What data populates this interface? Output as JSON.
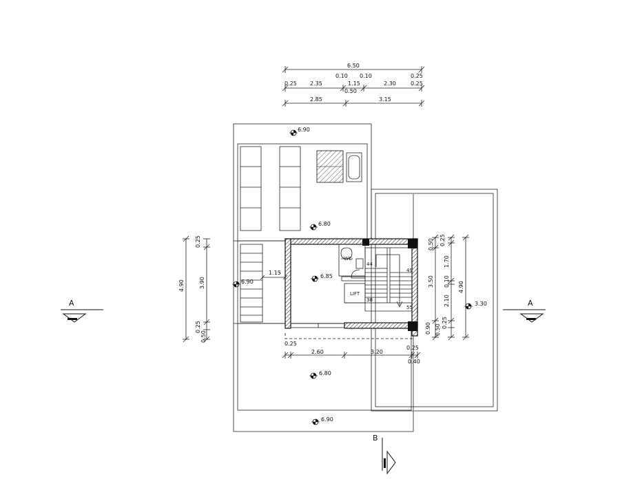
{
  "dimensions": {
    "top_total": "6.50",
    "top_sub_a": "0.10",
    "top_sub_b": "0.10",
    "top_sub_c": "0.25",
    "row2_a": "0.25",
    "row2_b": "2.35",
    "row2_c": "1.15",
    "row2_d": "2.30",
    "row2_e": "0.25",
    "row2_f": "0.50",
    "row3_a": "2.85",
    "row3_b": "3.15",
    "left_total": "4.90",
    "left_inner": "3.90",
    "left_top": "0.25",
    "left_bot1": "0.25",
    "left_bot2": "0.50",
    "gap": "1.15",
    "right_a": "0.50",
    "right_b": "0.25",
    "right_c": "1.70",
    "right_d": "0.10",
    "right_e": "2.10",
    "right_f": "3.50",
    "right_g": "0.90",
    "right_h": "0.50",
    "right_i": "0.25",
    "right_total": "4.90",
    "bottom_a": "0.25",
    "bottom_b": "2.60",
    "bottom_c": "3.20",
    "bottom_d": "0.25",
    "bottom_e": "0.40"
  },
  "levels": {
    "top": "6.90",
    "upper_terrace": "6.80",
    "left": "6.90",
    "room": "6.85",
    "right": "3.30",
    "lower_terrace": "6.80",
    "bottom": "6.90"
  },
  "labels": {
    "wc": "WC",
    "lift": "LIFT",
    "stair_44": "44",
    "stair_49": "49",
    "stair_38": "38",
    "stair_55": "55"
  },
  "sections": {
    "a_left": "A",
    "a_right": "A",
    "b": "B"
  }
}
